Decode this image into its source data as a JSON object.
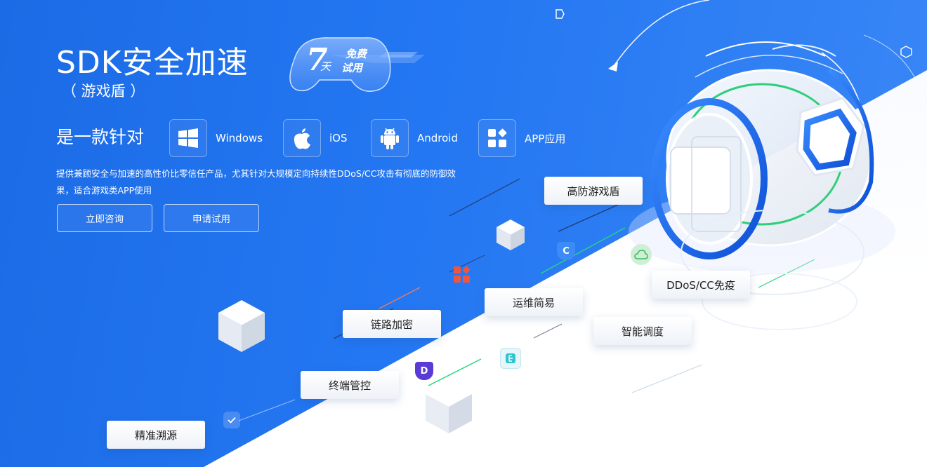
{
  "hero": {
    "title": "SDK安全加速",
    "subtitle": "（ 游戏盾 ）",
    "badge": {
      "number": "7",
      "unit": "天",
      "free": "免费",
      "trial": "试用"
    }
  },
  "target": {
    "label": "是一款针对",
    "platforms": [
      {
        "label": "Windows",
        "icon": "windows-icon"
      },
      {
        "label": "iOS",
        "icon": "apple-icon"
      },
      {
        "label": "Android",
        "icon": "android-icon"
      },
      {
        "label": "APP应用",
        "icon": "app-grid-icon"
      }
    ]
  },
  "description": "提供兼顾安全与加速的高性价比零信任产品，尤其针对大规模定向持续性DDoS/CC攻击有彻底的防御效果，适合游戏类APP使用",
  "buttons": {
    "consult": "立即咨询",
    "apply": "申请试用"
  },
  "features": {
    "anti_game": "高防游戏盾",
    "ddos": "DDoS/CC免疫",
    "ops": "运维简易",
    "scheduling": "智能调度",
    "link_encrypt": "链路加密",
    "terminal": "终端管控",
    "trace": "精准溯源"
  },
  "mini_icons": {
    "c": "C",
    "d": "D"
  },
  "colors": {
    "primary_blue": "#1c6be6",
    "accent_green": "#2ecf7a",
    "accent_purple": "#5b3bd6",
    "accent_red": "#f0563d",
    "accent_cyan": "#2ec5d3"
  }
}
